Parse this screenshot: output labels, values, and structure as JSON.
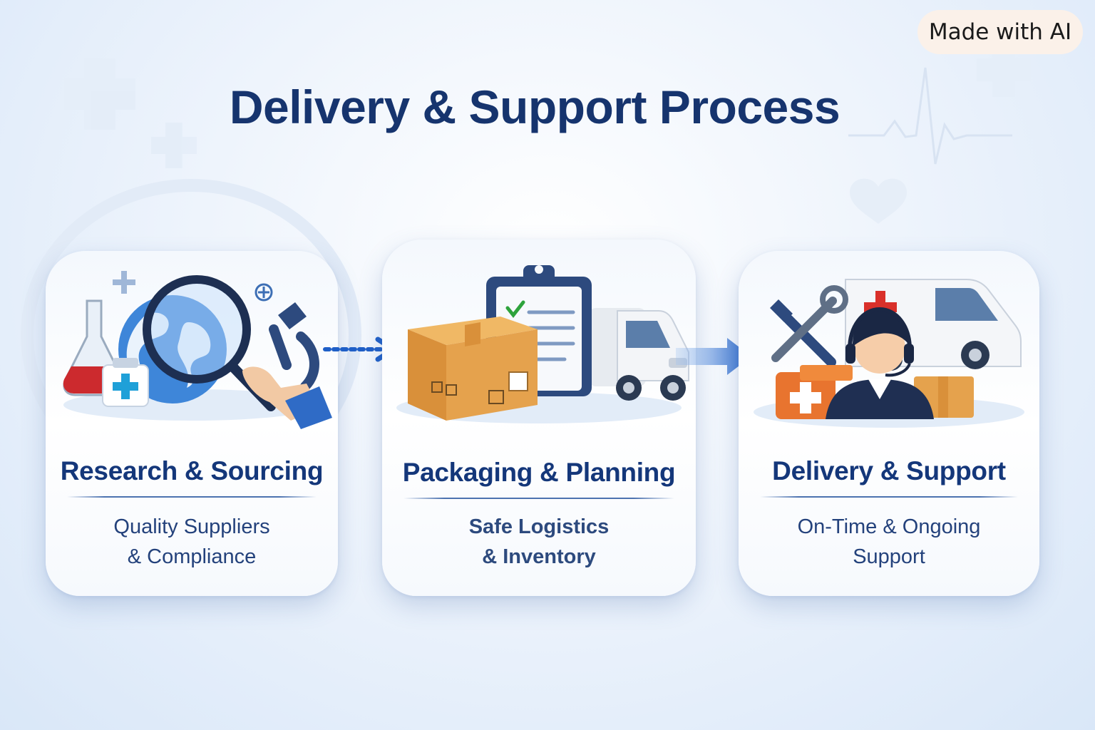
{
  "badge": {
    "label": "Made with AI"
  },
  "header": {
    "title": "Delivery & Support Process"
  },
  "steps": [
    {
      "title": "Research & Sourcing",
      "line1": "Quality Suppliers",
      "line2": "& Compliance"
    },
    {
      "title": "Packaging & Planning",
      "line1": "Safe Logistics",
      "line2": "& Inventory"
    },
    {
      "title": "Delivery & Support",
      "line1": "On-Time & Ongoing",
      "line2": "Support"
    }
  ],
  "icons": [
    "medical-cross-icon",
    "heartbeat-icon",
    "heart-icon",
    "flask-icon",
    "globe-icon",
    "magnifying-glass-icon",
    "microscope-icon",
    "first-aid-kit-icon",
    "box-icon",
    "clipboard-icon",
    "checkmark-icon",
    "truck-icon",
    "wrench-icon",
    "ambulance-icon",
    "support-agent-icon",
    "headset-icon",
    "arrow-right-icon"
  ],
  "colors": {
    "title": "#16346e",
    "card_title": "#14377a",
    "accent_blue": "#1f5fc7",
    "box_orange": "#e0973f",
    "kit_red": "#d9302a",
    "badge_bg": "#fbf1e9"
  }
}
